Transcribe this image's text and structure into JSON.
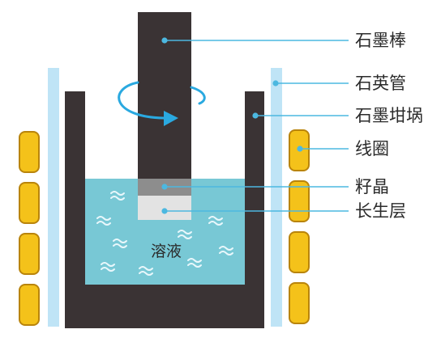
{
  "labels": {
    "graphite_rod": "石墨棒",
    "quartz_tube": "石英管",
    "graphite_crucible": "石墨坩埚",
    "coil": "线圈",
    "seed_crystal": "籽晶",
    "growth_layer": "长生层",
    "solution": "溶液"
  },
  "colors": {
    "graphite": "#3a3334",
    "quartz": "#bfe4f6",
    "solution": "#78c8d5",
    "coil_fill": "#f4c21a",
    "coil_border": "#b9840b",
    "seed": "#8d8d8d",
    "growth": "#e3e3e3",
    "leader": "#4cb8e0",
    "arrow": "#2aa9e0",
    "text": "#2b2b2b"
  }
}
